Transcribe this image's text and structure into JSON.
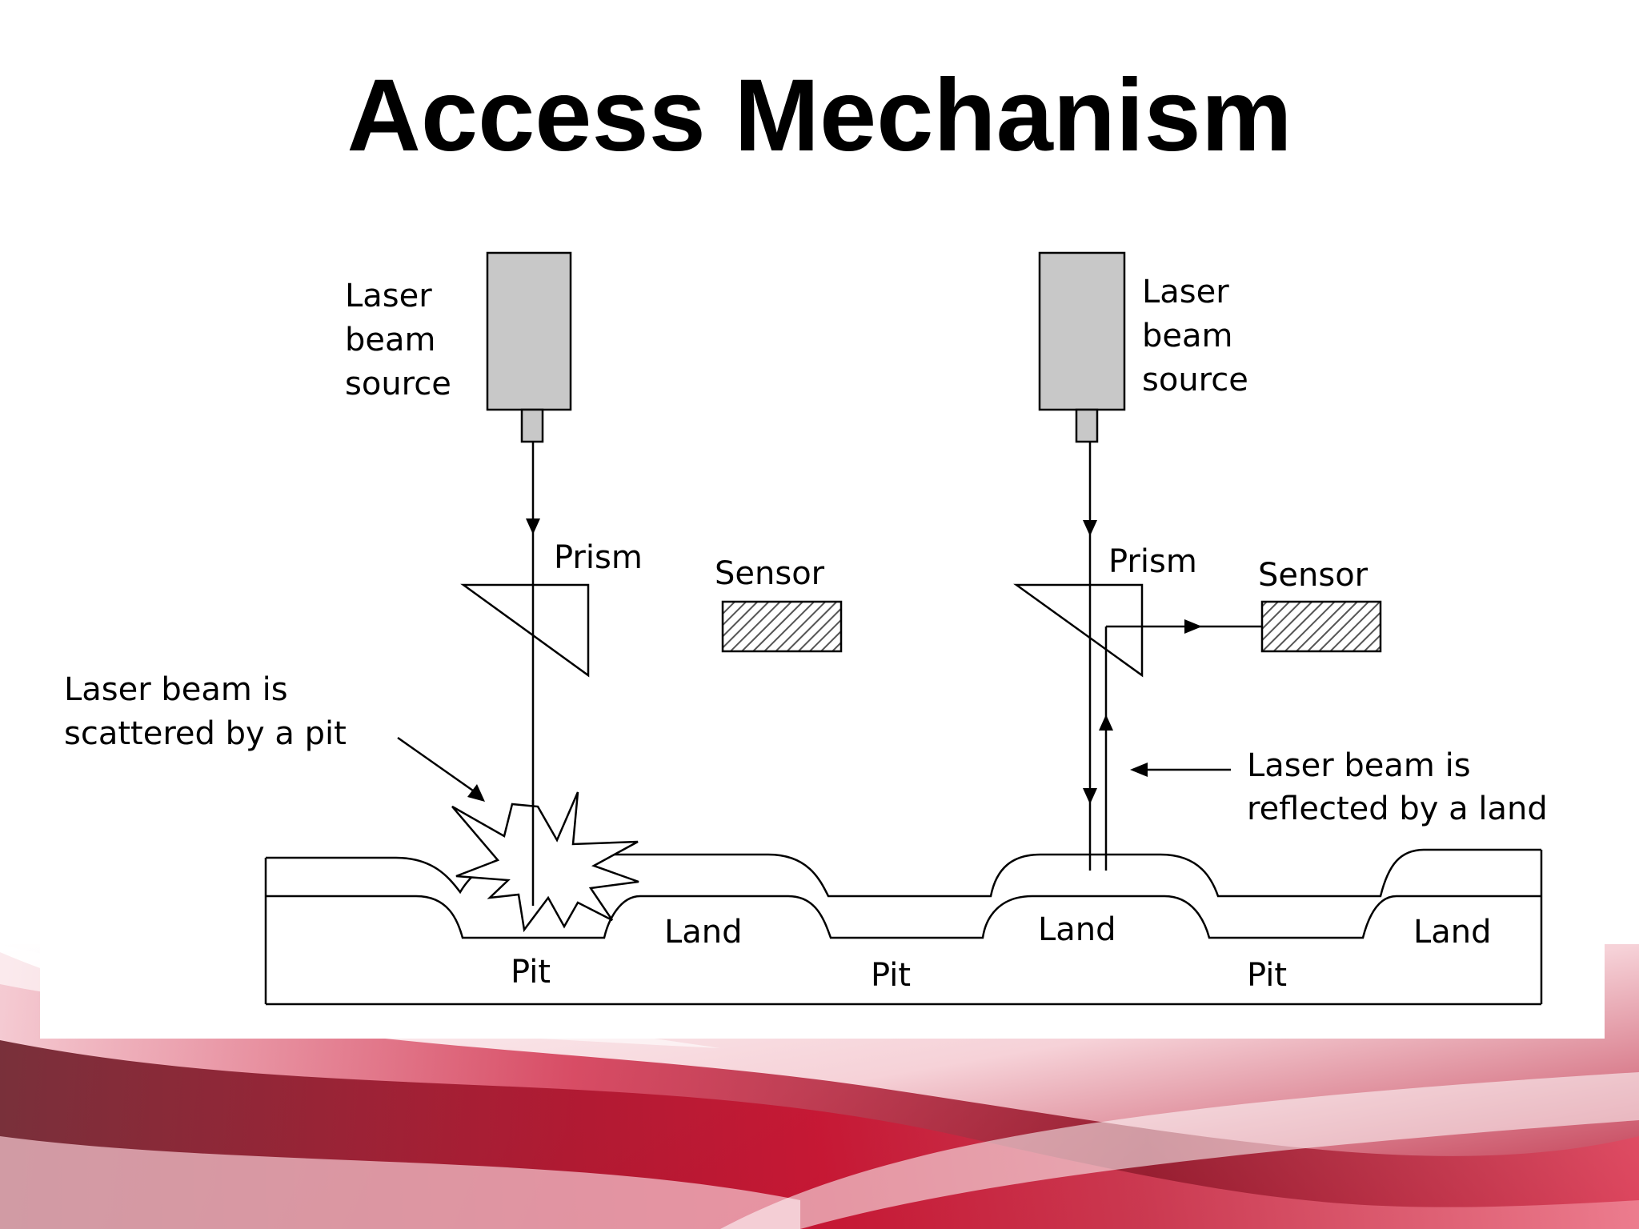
{
  "slide": {
    "title": "Access Mechanism"
  },
  "diagram": {
    "left_setup": {
      "source_label_lines": [
        "Laser",
        "beam",
        "source"
      ],
      "prism_label": "Prism",
      "sensor_label": "Sensor",
      "callout_lines": [
        "Laser beam is",
        "scattered by a pit"
      ]
    },
    "right_setup": {
      "source_label_lines": [
        "Laser",
        "beam",
        "source"
      ],
      "prism_label": "Prism",
      "sensor_label": "Sensor",
      "callout_lines": [
        "Laser beam is",
        "reflected by a land"
      ]
    },
    "disc_labels": {
      "pit_1": "Pit",
      "land_1": "Land",
      "pit_2": "Pit",
      "land_2": "Land",
      "pit_3": "Pit",
      "land_3": "Land"
    }
  },
  "colors": {
    "source_fill": "#c8c8c8",
    "sensor_hatch": "#555555",
    "accent_red": "#c8102e",
    "accent_dark": "#6e0c1a"
  }
}
